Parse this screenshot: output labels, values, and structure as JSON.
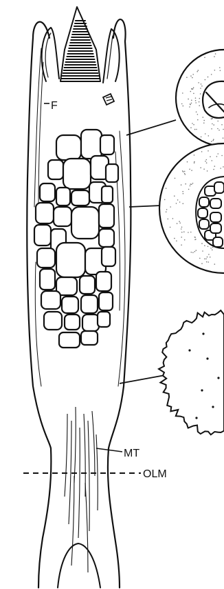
{
  "diagram": {
    "labels": {
      "f": "F",
      "mt": "MT",
      "olm": "OLM"
    },
    "colors": {
      "ink": "#111111",
      "paper": "#ffffff",
      "stipple": "#777777"
    }
  }
}
